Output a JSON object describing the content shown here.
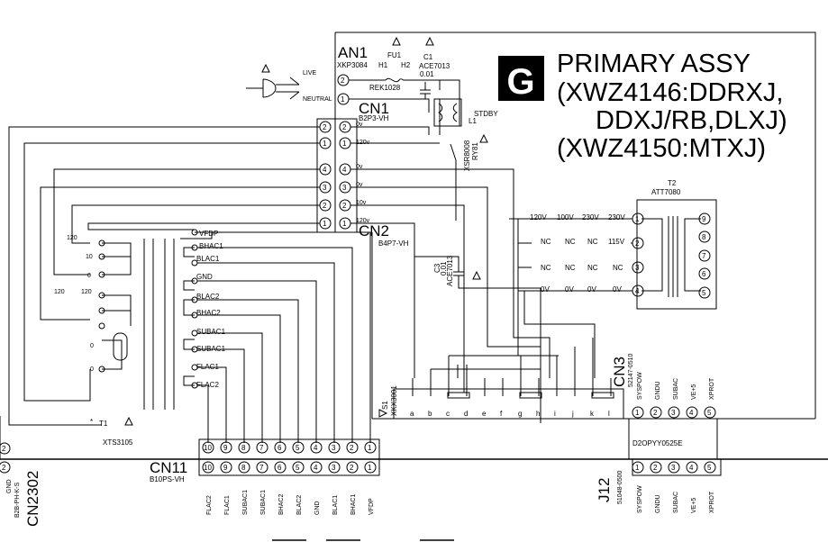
{
  "header": {
    "badge": "G",
    "title_line1": "PRIMARY ASSY",
    "title_line2": "(XWZ4146:DDRXJ,",
    "title_line3": "DDXJ/RB,DLXJ)",
    "title_line4": "(XWZ4150:MTXJ)"
  },
  "an1": {
    "ref": "AN1",
    "part": "XKP3084",
    "h1": "H1",
    "h2": "H2"
  },
  "fuse": {
    "ref": "FU1",
    "part": "REK1028"
  },
  "cap_c1": {
    "ref": "C1",
    "part": "ACE7013",
    "value": "0.01"
  },
  "cap_c3": {
    "ref": "C3",
    "part": "ACE7013",
    "value": "0.01"
  },
  "inductor": {
    "ref": "L1",
    "label": "STDBY"
  },
  "relay": {
    "ref": "RY81",
    "part": "XSR8008"
  },
  "plug": {
    "live": "LIVE",
    "neutral": "NEUTRAL"
  },
  "cn1": {
    "ref": "CN1",
    "part": "B2P3-VH",
    "pins": [
      "2",
      "1"
    ],
    "volts": [
      "0v",
      "120v"
    ]
  },
  "cn2": {
    "ref": "CN2",
    "part": "B4P7-VH",
    "pins": [
      "4",
      "3",
      "2",
      "1"
    ],
    "volts": [
      "0v",
      "0v",
      "10v",
      "120v"
    ]
  },
  "left_pins": [
    "2",
    "1"
  ],
  "left_pins_b": [
    "4",
    "3",
    "2",
    "1"
  ],
  "t1": {
    "ref": "T1",
    "part": "XTS3105",
    "star": "*",
    "taps": [
      "120",
      "10",
      "0",
      "120",
      "120",
      "0",
      "0"
    ]
  },
  "t1_wires": [
    "VFDP",
    "BHAC1",
    "BLAC1",
    "GND",
    "BLAC2",
    "BHAC2",
    "SUBAC1",
    "SUBAC1",
    "FLAC1",
    "FLAC2"
  ],
  "t2": {
    "ref": "T2",
    "part": "ATT7080",
    "rows": [
      [
        "120V",
        "100V",
        "230V",
        "230V"
      ],
      [
        "NC",
        "NC",
        "NC",
        "115V"
      ],
      [
        "NC",
        "NC",
        "NC",
        "NC"
      ],
      [
        "0V",
        "0V",
        "0V",
        "0V"
      ]
    ],
    "left_pins": [
      "1",
      "2",
      "3",
      "4"
    ],
    "right_pins": [
      "9",
      "8",
      "7",
      "6",
      "5"
    ]
  },
  "s1": {
    "ref": "S1",
    "part": "XKX3001",
    "letters": [
      "a",
      "b",
      "c",
      "d",
      "e",
      "f",
      "g",
      "h",
      "i",
      "j",
      "k",
      "l"
    ]
  },
  "cn3": {
    "ref": "CN3",
    "part": "52147-0510",
    "signals": [
      "SYSPOW",
      "GNDU",
      "SUBAC",
      "VE+5",
      "XPROT"
    ],
    "pins": [
      "1",
      "2",
      "3",
      "4",
      "5"
    ]
  },
  "board_label": "D2OPYY0525E",
  "j12": {
    "ref": "J12",
    "part": "51048-0500",
    "signals": [
      "SYSPOW",
      "GNDU",
      "SUBAC",
      "VE+5",
      "XPROT"
    ],
    "pins": [
      "1",
      "2",
      "3",
      "4",
      "5"
    ]
  },
  "cn11": {
    "ref": "CN11",
    "part": "B10PS-VH",
    "pins": [
      "10",
      "9",
      "8",
      "7",
      "6",
      "5",
      "4",
      "3",
      "2",
      "1"
    ],
    "signals": [
      "FLAC2",
      "FLAC1",
      "SUBAC1",
      "SUBAC1",
      "BHAC2",
      "BLAC2",
      "GND",
      "BLAC1",
      "BHAC1",
      "VFDP"
    ]
  },
  "cn2302": {
    "ref": "CN2302",
    "part": "B2B-PH-K-S",
    "pins": [
      "2",
      "2"
    ],
    "gnd": "GND"
  }
}
